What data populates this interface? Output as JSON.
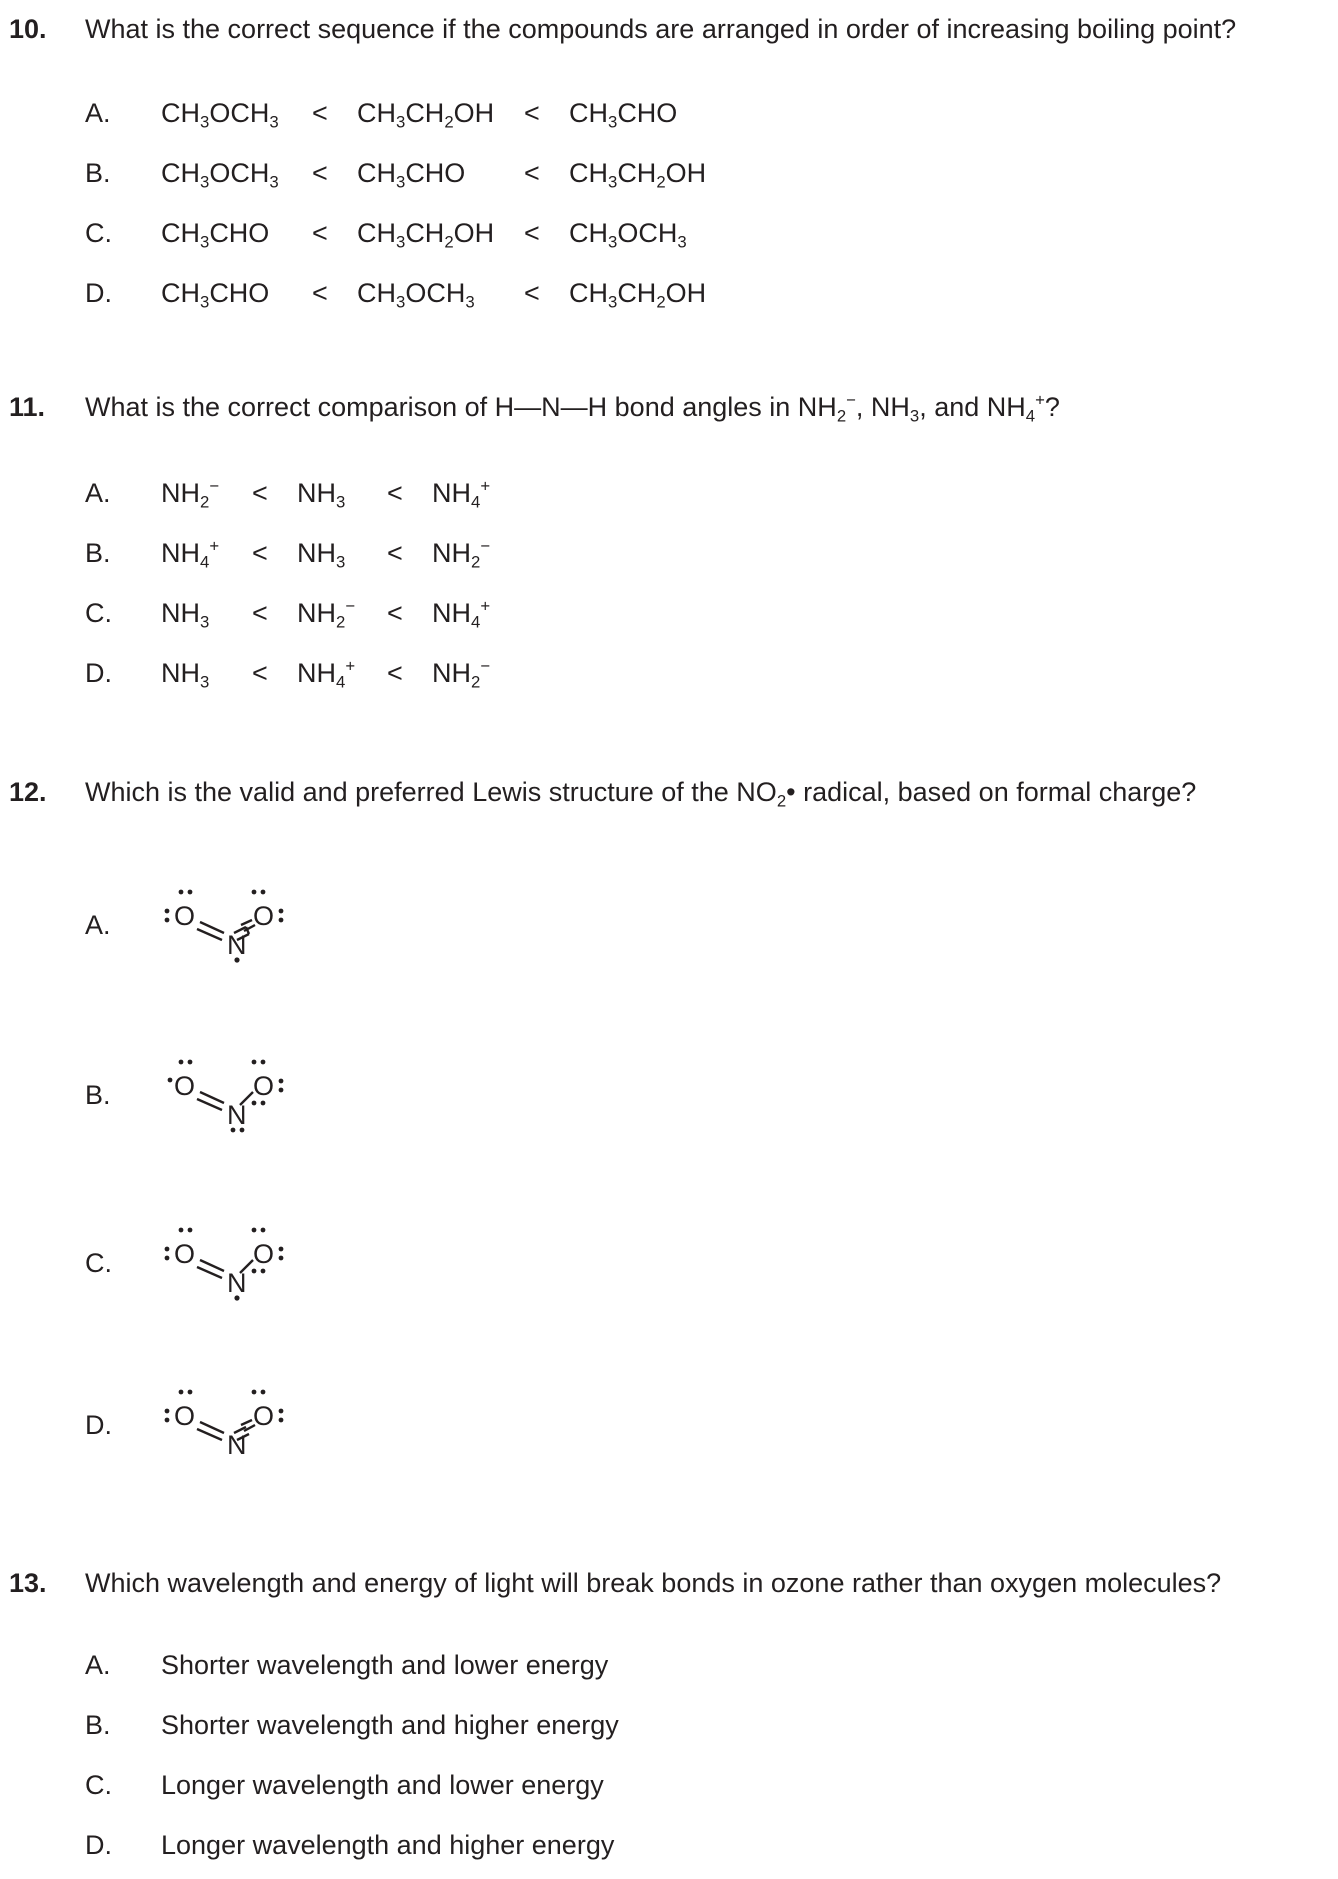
{
  "questions": [
    {
      "number": "10.",
      "text": "What is the correct sequence if the compounds are arranged in order of increasing boiling point?",
      "options": [
        {
          "label": "A.",
          "parts": [
            [
              "CH",
              "3",
              "OCH",
              "3"
            ],
            [
              "CH",
              "3",
              "CH",
              "2",
              "OH"
            ],
            [
              "CH",
              "3",
              "CHO"
            ]
          ]
        },
        {
          "label": "B.",
          "parts": [
            [
              "CH",
              "3",
              "OCH",
              "3"
            ],
            [
              "CH",
              "3",
              "CHO"
            ],
            [
              "CH",
              "3",
              "CH",
              "2",
              "OH"
            ]
          ]
        },
        {
          "label": "C.",
          "parts": [
            [
              "CH",
              "3",
              "CHO"
            ],
            [
              "CH",
              "3",
              "CH",
              "2",
              "OH"
            ],
            [
              "CH",
              "3",
              "OCH",
              "3"
            ]
          ]
        },
        {
          "label": "D.",
          "parts": [
            [
              "CH",
              "3",
              "CHO"
            ],
            [
              "CH",
              "3",
              "OCH",
              "3"
            ],
            [
              "CH",
              "3",
              "CH",
              "2",
              "OH"
            ]
          ]
        }
      ]
    },
    {
      "number": "11.",
      "text": {
        "t1": "What is the correct comparison of H",
        "d1": "—",
        "t2": "N",
        "d2": "—",
        "t3": "H bond angles in NH",
        "s1": "2",
        "sp1": "−",
        "t4": ", NH",
        "s2": "3",
        "t5": ", and NH",
        "s3": "4",
        "sp2": "+",
        "t6": "?"
      },
      "options": [
        {
          "label": "A.",
          "parts": [
            [
              "NH",
              "2",
              "−"
            ],
            [
              "NH",
              "3",
              ""
            ],
            [
              "NH",
              "4",
              "+"
            ]
          ]
        },
        {
          "label": "B.",
          "parts": [
            [
              "NH",
              "4",
              "+"
            ],
            [
              "NH",
              "3",
              ""
            ],
            [
              "NH",
              "2",
              "−"
            ]
          ]
        },
        {
          "label": "C.",
          "parts": [
            [
              "NH",
              "3",
              ""
            ],
            [
              "NH",
              "2",
              "−"
            ],
            [
              "NH",
              "4",
              "+"
            ]
          ]
        },
        {
          "label": "D.",
          "parts": [
            [
              "NH",
              "3",
              ""
            ],
            [
              "NH",
              "4",
              "+"
            ],
            [
              "NH",
              "2",
              "−"
            ]
          ]
        }
      ]
    },
    {
      "number": "12.",
      "text": {
        "t1": "Which is the valid and preferred Lewis structure of the NO",
        "s1": "2",
        "t2": "• radical, based on formal charge?"
      },
      "options": [
        {
          "label": "A.",
          "atoms": {
            "left": "O",
            "center": "N",
            "right": "O"
          }
        },
        {
          "label": "B.",
          "atoms": {
            "left": "O",
            "center": "N",
            "right": "O"
          }
        },
        {
          "label": "C.",
          "atoms": {
            "left": "O",
            "center": "N",
            "right": "O"
          }
        },
        {
          "label": "D.",
          "atoms": {
            "left": "O",
            "center": "N",
            "right": "O"
          }
        }
      ]
    },
    {
      "number": "13.",
      "text": "Which wavelength and energy of light will break bonds in ozone rather than oxygen molecules?",
      "options": [
        {
          "label": "A.",
          "text": "Shorter wavelength and lower energy"
        },
        {
          "label": "B.",
          "text": "Shorter wavelength and higher energy"
        },
        {
          "label": "C.",
          "text": "Longer wavelength and lower energy"
        },
        {
          "label": "D.",
          "text": "Longer wavelength and higher energy"
        }
      ]
    }
  ],
  "symbols": {
    "less_than": "<"
  }
}
